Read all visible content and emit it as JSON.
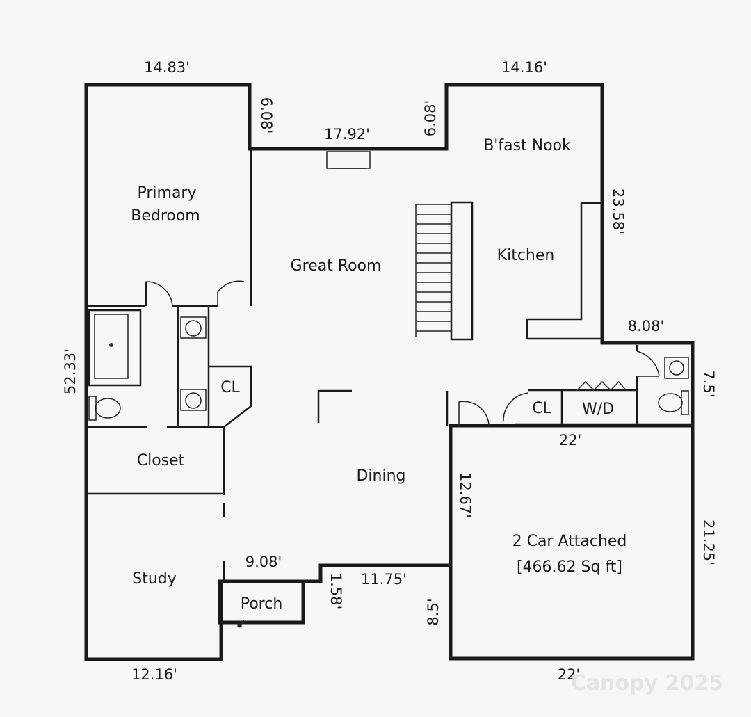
{
  "rooms": {
    "primary_bedroom_line1": "Primary",
    "primary_bedroom_line2": "Bedroom",
    "great_room": "Great Room",
    "bfast_nook": "B'fast Nook",
    "kitchen": "Kitchen",
    "closet_small": "CL",
    "closet_laundry": "CL",
    "laundry": "W/D",
    "closet": "Closet",
    "dining": "Dining",
    "study": "Study",
    "porch": "Porch",
    "garage_line1": "2 Car Attached",
    "garage_line2": "[466.62 Sq ft]"
  },
  "dimensions": {
    "top_left_width": "14.83'",
    "top_right_width": "14.16'",
    "recess_left_depth": "6.08'",
    "recess_right_depth": "6.08'",
    "recess_width": "17.92'",
    "right_upper_depth": "23.58'",
    "step_width": "8.08'",
    "bath_right_depth": "7.5'",
    "left_overall_depth": "52.33'",
    "garage_top_width": "22'",
    "garage_left_depth": "12.67'",
    "garage_right_depth": "21.25'",
    "porch_top_width": "9.08'",
    "porch_side_depth": "1.58'",
    "front_wall_width": "11.75'",
    "garage_front_offset": "8.5'",
    "study_bottom_width": "12.16'",
    "garage_bottom_width": "22'"
  },
  "watermark": "Canopy 2025"
}
